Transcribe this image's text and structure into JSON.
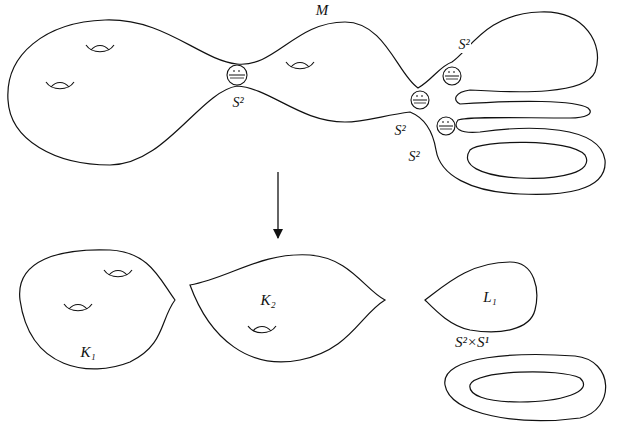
{
  "diagram": {
    "nodes": [
      {
        "text": [
          "M"
        ]
      },
      {
        "text": [
          "K₁"
        ]
      },
      {
        "text": [
          "K₂"
        ]
      },
      {
        "text": [
          "L₁"
        ]
      },
      {
        "text": [
          "S²×S¹"
        ]
      }
    ],
    "labels": [
      "S²",
      "S²",
      "S²",
      "S²"
    ]
  }
}
